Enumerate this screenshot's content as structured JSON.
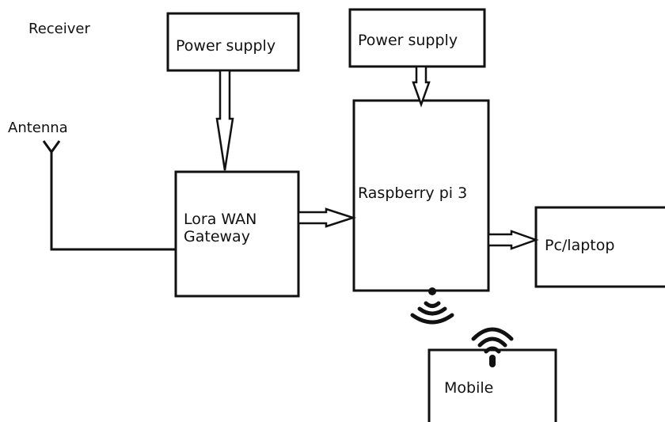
{
  "title": "Receiver",
  "antenna": {
    "label": "Antenna"
  },
  "blocks": {
    "power_supply_gateway": "Power supply",
    "power_supply_pi": "Power supply",
    "gateway": "Lora WAN\nGateway",
    "raspberry": "Raspberry pi 3",
    "pc": "Pc/laptop",
    "mobile": "Mobile"
  },
  "icons": {
    "wifi": "wifi-icon"
  },
  "colors": {
    "stroke": "#111111",
    "background": "#ffffff"
  }
}
